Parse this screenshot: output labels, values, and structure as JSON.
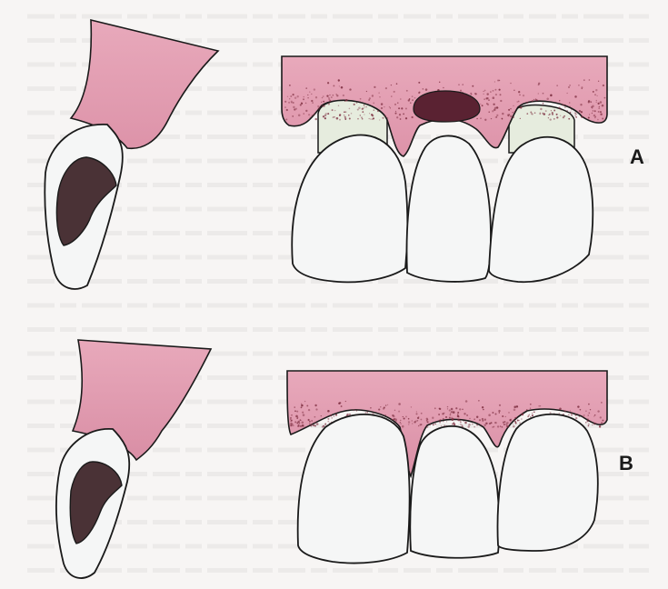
{
  "figure": {
    "panels": [
      {
        "id": "a",
        "label": "A"
      },
      {
        "id": "b",
        "label": "B"
      }
    ],
    "colors": {
      "gingiva": "#e3a2b5",
      "gingiva_dark": "#c97a93",
      "stipple": "#7a2a3c",
      "tooth": "#f5f6f6",
      "exposed_root": "#e6ecde",
      "pulp": "#4a3236",
      "outline": "#1a1a1a",
      "background_text": "#d9d7d6"
    }
  }
}
